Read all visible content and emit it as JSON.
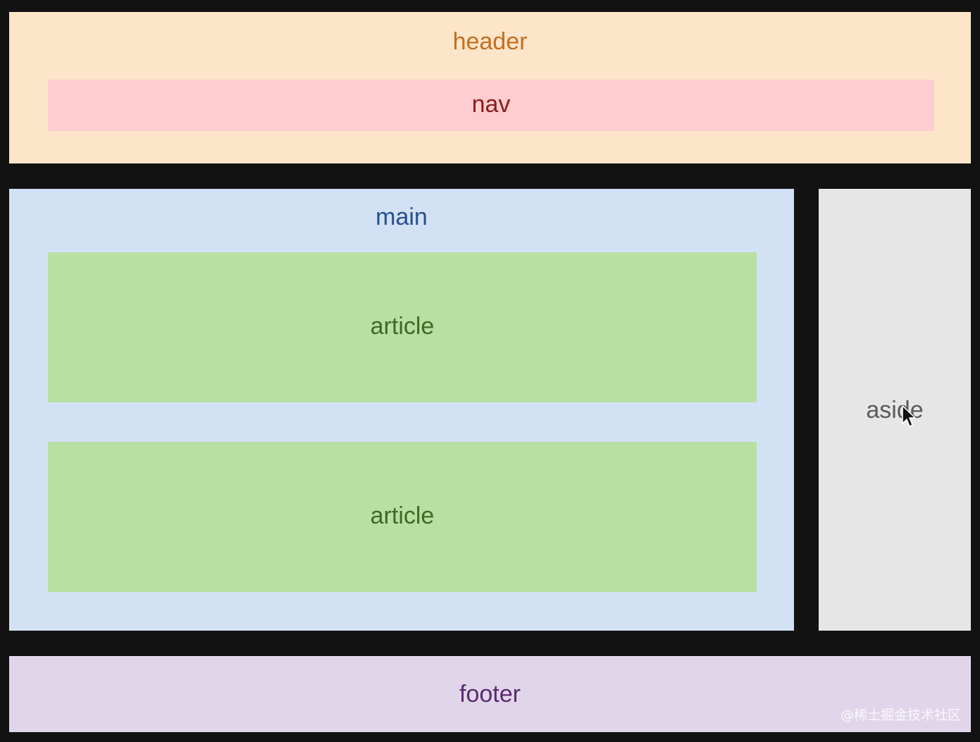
{
  "layout_diagram": {
    "header": {
      "label": "header",
      "color": "#fde5c9"
    },
    "nav": {
      "label": "nav",
      "color": "#fdcdcf"
    },
    "main": {
      "label": "main",
      "color": "#d3e1f5"
    },
    "articles": [
      {
        "label": "article",
        "color": "#b8e0a3"
      },
      {
        "label": "article",
        "color": "#b8e0a3"
      }
    ],
    "aside": {
      "label": "aside",
      "color": "#e6e6e6"
    },
    "footer": {
      "label": "footer",
      "color": "#e1d6e9"
    }
  },
  "watermark": {
    "text": "@稀土掘金技术社区"
  },
  "cursor": {
    "icon": "mouse-pointer-icon"
  }
}
